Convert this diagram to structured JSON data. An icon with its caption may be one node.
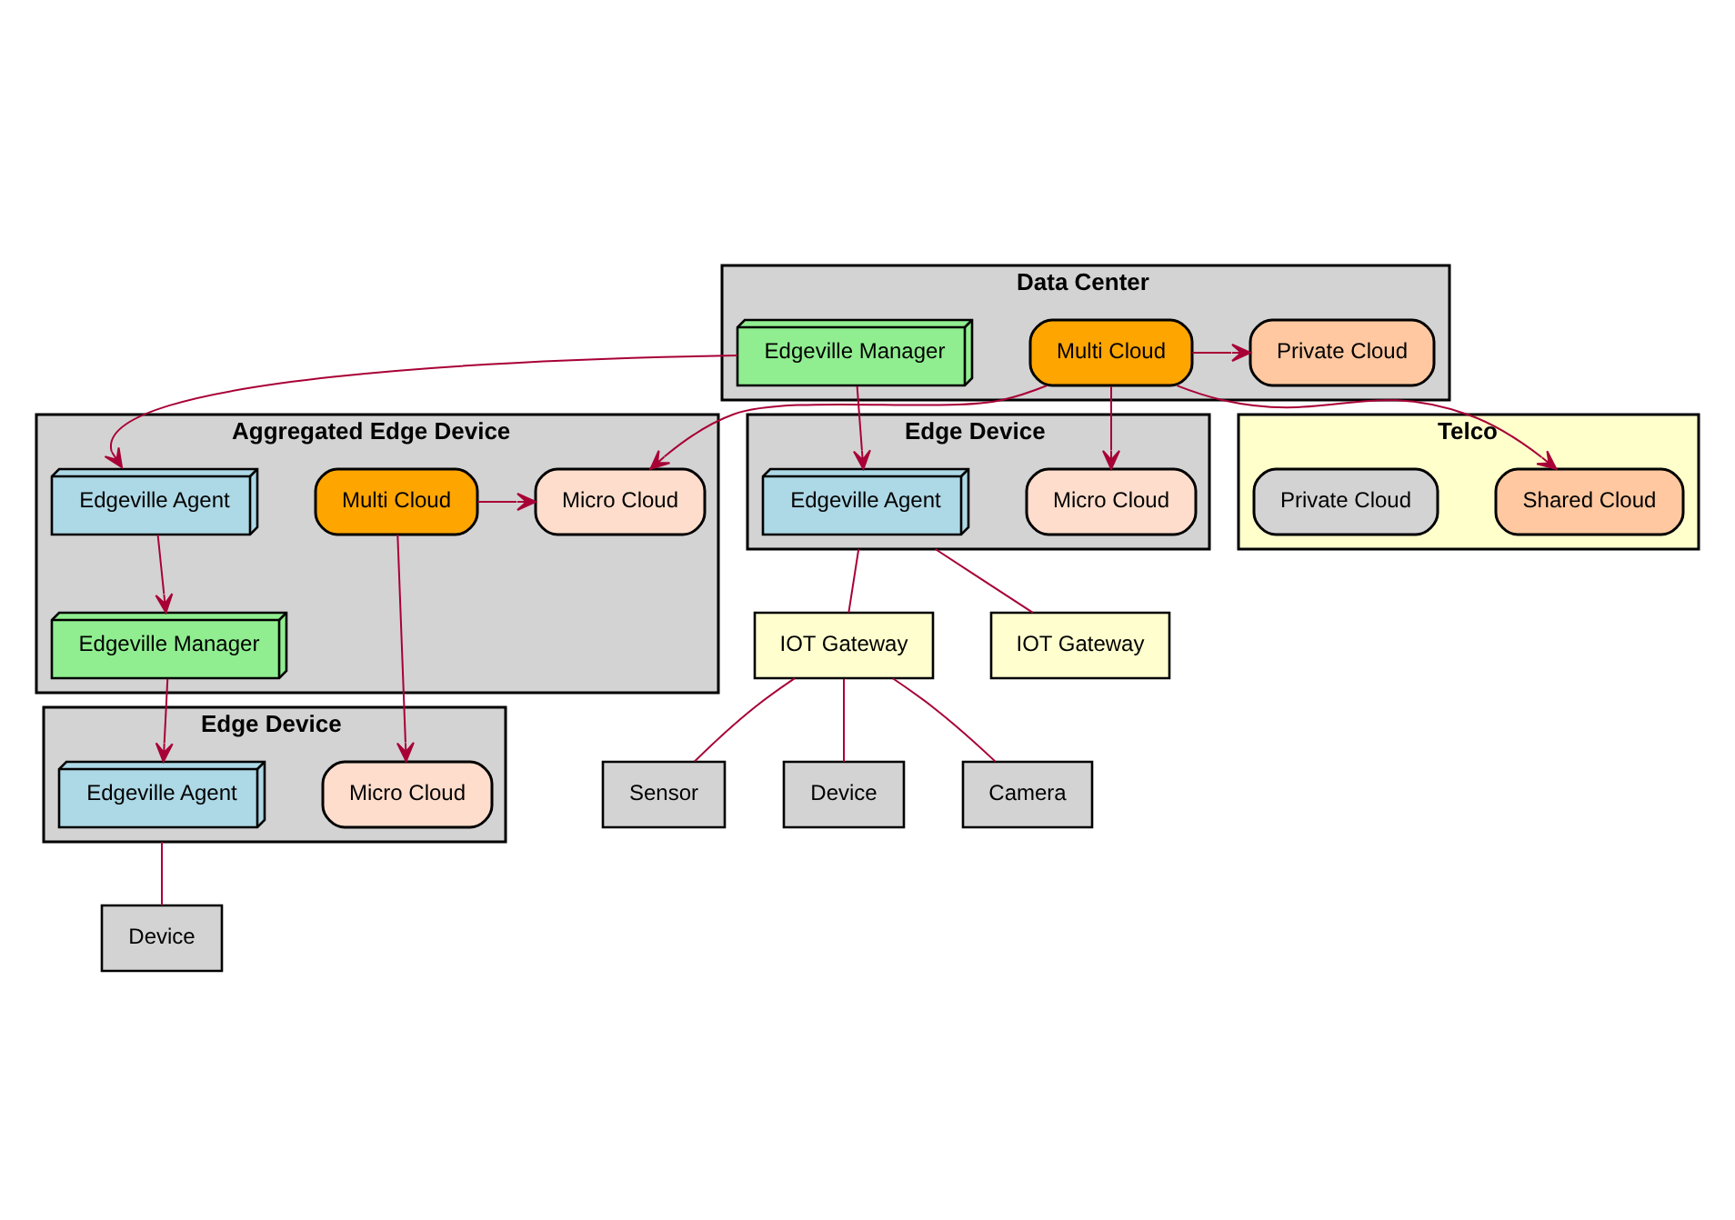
{
  "diagram": {
    "nodes": [
      {
        "text": [
          "Data Center"
        ]
      },
      {
        "text": [
          "Edgeville Manager"
        ],
        "in": 0
      },
      {
        "text": [
          "Multi Cloud"
        ],
        "in": 0
      },
      {
        "text": [
          "Private Cloud"
        ],
        "in": 0
      },
      {
        "text": [
          "Aggregated Edge Device"
        ]
      },
      {
        "text": [
          "Edgeville Agent"
        ],
        "in": 4
      },
      {
        "text": [
          "Multi Cloud"
        ],
        "in": 4
      },
      {
        "text": [
          "Micro Cloud"
        ],
        "in": 4
      },
      {
        "text": [
          "Edgeville Manager"
        ],
        "in": 4
      },
      {
        "text": [
          "Edge Device"
        ]
      },
      {
        "text": [
          "Edgeville Agent"
        ],
        "in": 9
      },
      {
        "text": [
          "Micro Cloud"
        ],
        "in": 9
      },
      {
        "text": [
          "Telco"
        ]
      },
      {
        "text": [
          "Shared Cloud"
        ],
        "in": 12
      },
      {
        "text": [
          "Private Cloud"
        ],
        "in": 12
      },
      {
        "text": [
          "IOT Gateway"
        ]
      },
      {
        "text": [
          "IOT Gateway"
        ]
      },
      {
        "text": [
          "Edge Device"
        ]
      },
      {
        "text": [
          "Edgeville Agent"
        ],
        "in": 17
      },
      {
        "text": [
          "Micro Cloud"
        ],
        "in": 17
      },
      {
        "text": [
          "Sensor"
        ]
      },
      {
        "text": [
          "Device"
        ]
      },
      {
        "text": [
          "Camera"
        ]
      },
      {
        "text": [
          "Device"
        ]
      }
    ],
    "edges": [
      {
        "from": 2,
        "to": 3,
        "arrow": "to"
      },
      {
        "from": 1,
        "to": 5,
        "arrow": "to"
      },
      {
        "from": 1,
        "to": 10,
        "arrow": "to"
      },
      {
        "from": 2,
        "to": 7,
        "arrow": "to"
      },
      {
        "from": 2,
        "to": 11,
        "arrow": "to"
      },
      {
        "from": 2,
        "to": 13,
        "arrow": "to"
      },
      {
        "from": 6,
        "to": 7,
        "arrow": "to"
      },
      {
        "from": 5,
        "to": 8,
        "arrow": "to"
      },
      {
        "from": 8,
        "to": 18,
        "arrow": "to"
      },
      {
        "from": 6,
        "to": 19,
        "arrow": "to"
      },
      {
        "from": 9,
        "to": 15,
        "arrow": "none"
      },
      {
        "from": 9,
        "to": 16,
        "arrow": "none"
      },
      {
        "from": 15,
        "to": 20,
        "arrow": "none"
      },
      {
        "from": 15,
        "to": 21,
        "arrow": "none"
      },
      {
        "from": 15,
        "to": 22,
        "arrow": "none"
      },
      {
        "from": 17,
        "to": 23,
        "arrow": "none"
      }
    ]
  }
}
